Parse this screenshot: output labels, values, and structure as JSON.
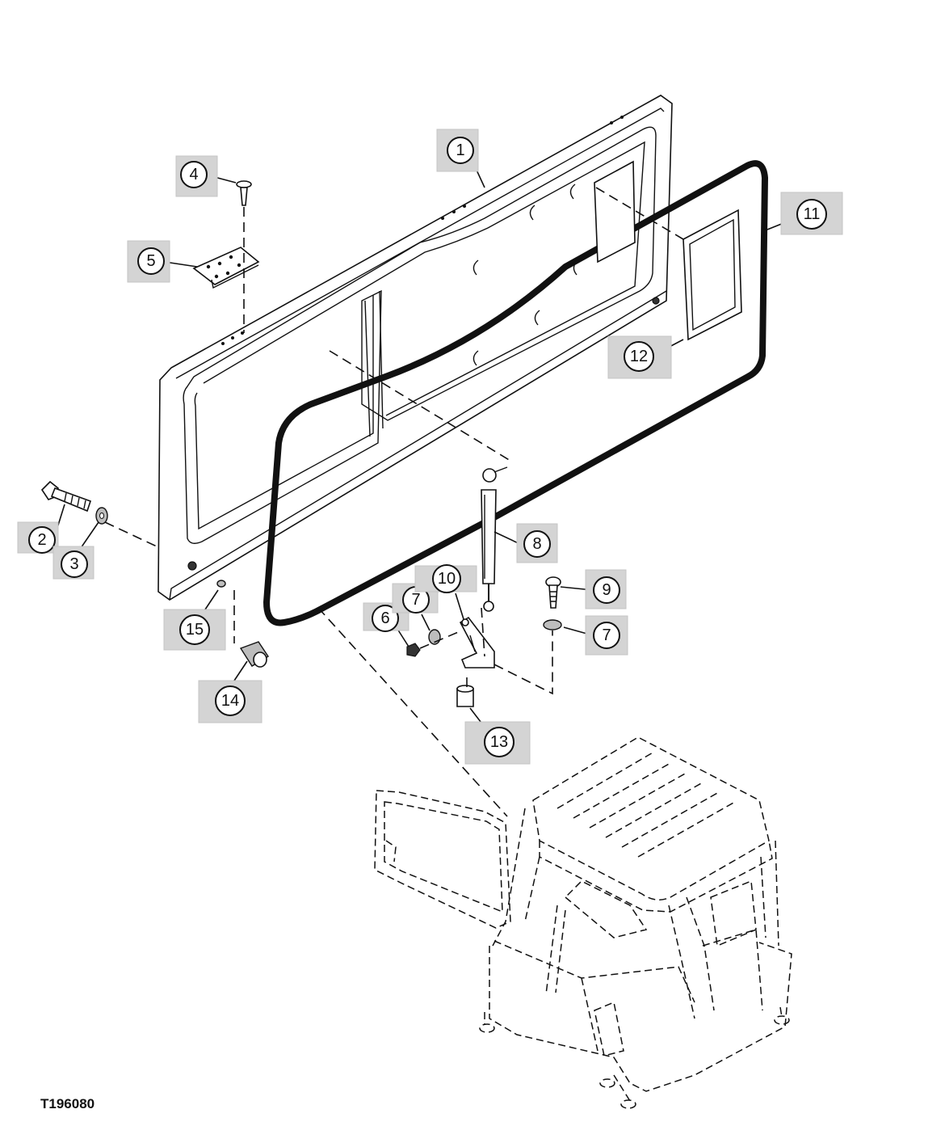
{
  "figure_id": "T196080",
  "callouts": [
    {
      "n": "1"
    },
    {
      "n": "2"
    },
    {
      "n": "3"
    },
    {
      "n": "4"
    },
    {
      "n": "5"
    },
    {
      "n": "6"
    },
    {
      "n": "7"
    },
    {
      "n": "7"
    },
    {
      "n": "8"
    },
    {
      "n": "9"
    },
    {
      "n": "10"
    },
    {
      "n": "11"
    },
    {
      "n": "12"
    },
    {
      "n": "13"
    },
    {
      "n": "14"
    },
    {
      "n": "15"
    }
  ],
  "colors": {
    "line": "#111111",
    "callout_box": "#d4d4d4",
    "background": "#ffffff"
  }
}
